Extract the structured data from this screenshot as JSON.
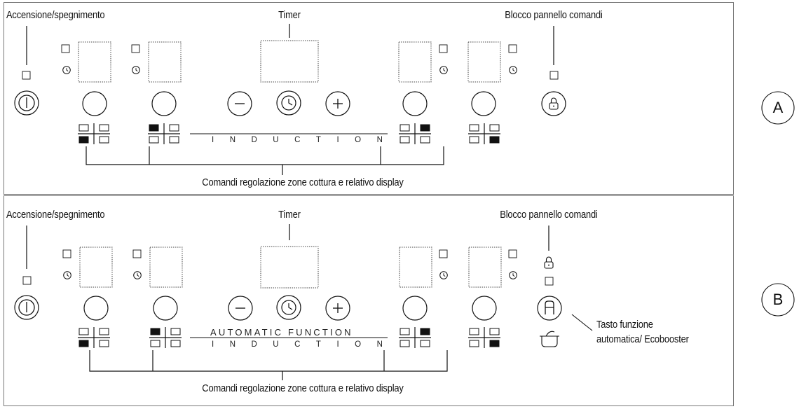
{
  "panel_a": {
    "marker": "A",
    "labels": {
      "power": "Accensione/spegnimento",
      "timer": "Timer",
      "lock": "Blocco pannello comandi",
      "zones": "Comandi regolazione zone cottura e relativo display"
    },
    "panel_text": "INDUCTION"
  },
  "panel_b": {
    "marker": "B",
    "labels": {
      "power": "Accensione/spegnimento",
      "timer": "Timer",
      "lock": "Blocco pannello comandi",
      "zones": "Comandi regolazione zone cottura e relativo display",
      "auto_key_line1": "Tasto funzione",
      "auto_key_line2": "automatica/ Ecobooster"
    },
    "panel_text_top": "AUTOMATIC FUNCTION",
    "panel_text": "INDUCTION"
  },
  "icons": {
    "power": "power-icon",
    "minus": "minus-icon",
    "clock": "clock-icon",
    "plus": "plus-icon",
    "lock": "lock-icon",
    "auto": "automatic-function-icon",
    "pot": "pot-icon",
    "zone": "cooking-zone-layout-icon"
  }
}
